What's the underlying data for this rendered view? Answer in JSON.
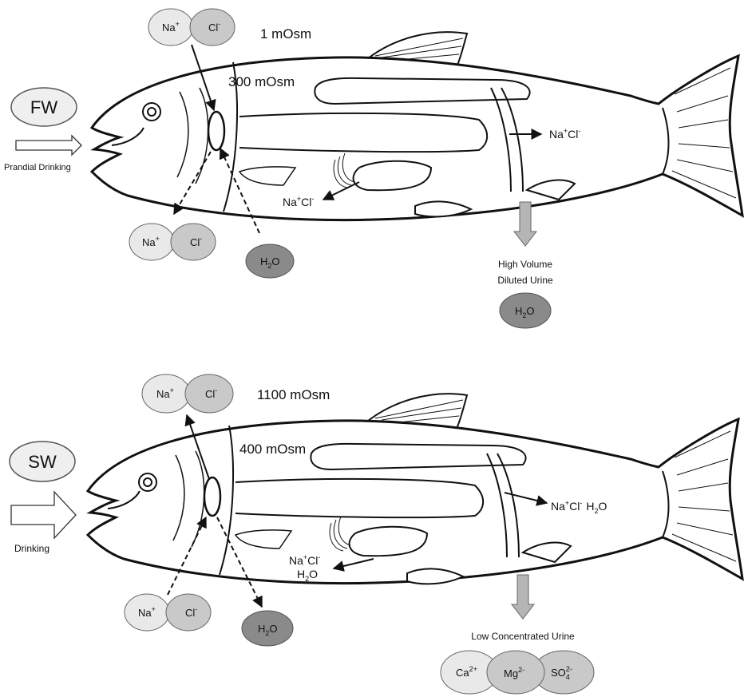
{
  "panels": {
    "fw": {
      "env_label": "FW",
      "drink_label": "Prandial Drinking",
      "water_osm": "1 mOsm",
      "body_osm": "300 mOsm",
      "top_ions": {
        "a": "Na",
        "a_sup": "+",
        "b": "Cl",
        "b_sup": "-"
      },
      "lost_ions": {
        "a": "Na",
        "a_sup": "+",
        "b": "Cl",
        "b_sup": "-"
      },
      "water_in": {
        "base": "H",
        "sub": "2",
        "rest": "O"
      },
      "kidney": {
        "a": "Na",
        "a_sup": "+",
        "b": "Cl",
        "b_sup": "-"
      },
      "gut": {
        "a": "Na",
        "a_sup": "+",
        "b": "Cl",
        "b_sup": "-"
      },
      "urine_line1": "High Volume",
      "urine_line2": "Diluted Urine",
      "urine_water": {
        "base": "H",
        "sub": "2",
        "rest": "O"
      }
    },
    "sw": {
      "env_label": "SW",
      "drink_label": "Drinking",
      "water_osm": "1100 mOsm",
      "body_osm": "400 mOsm",
      "top_ions": {
        "a": "Na",
        "a_sup": "+",
        "b": "Cl",
        "b_sup": "-"
      },
      "gain_ions": {
        "a": "Na",
        "a_sup": "+",
        "b": "Cl",
        "b_sup": "-"
      },
      "water_out": {
        "base": "H",
        "sub": "2",
        "rest": "O"
      },
      "kidney": {
        "a": "Na",
        "a_sup": "+",
        "b": "Cl",
        "b_sup": "-",
        "c": "H",
        "c_sub": "2",
        "c_rest": "O"
      },
      "gut": {
        "a": "Na",
        "a_sup": "+",
        "b": "Cl",
        "b_sup": "-",
        "c": "H",
        "c_sub": "2",
        "c_rest": "O"
      },
      "urine_line1": "Low Concentrated Urine",
      "urine_ions": [
        {
          "base": "Ca",
          "sup": "2+"
        },
        {
          "base": "Mg",
          "sup": "2-"
        },
        {
          "base": "SO",
          "sub": "4",
          "sup": "2-"
        }
      ]
    }
  },
  "colors": {
    "light_ion": "#e9e9e9",
    "mid_ion": "#c9c9c9",
    "water": "#8a8a8a",
    "urine_arrow": "#b5b5b5"
  }
}
